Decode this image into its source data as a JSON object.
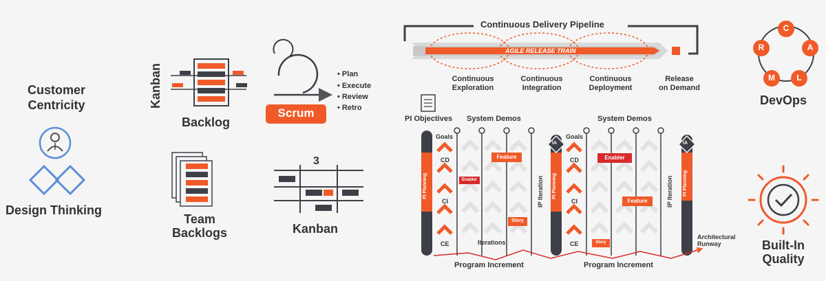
{
  "left": {
    "customer_centricity": "Customer\nCentricity",
    "design_thinking": "Design Thinking"
  },
  "team": {
    "kanban_vertical": "Kanban",
    "backlog": "Backlog",
    "team_backlogs": "Team\nBacklogs",
    "kanban_bottom": "Kanban",
    "kanban_number": "3",
    "scrum": "Scrum",
    "scrum_steps": [
      "Plan",
      "Execute",
      "Review",
      "Retro"
    ]
  },
  "pipeline": {
    "title": "Continuous Delivery Pipeline",
    "train": "AGILE RELEASE TRAIN",
    "stages": [
      "Continuous\nExploration",
      "Continuous\nIntegration",
      "Continuous\nDeployment",
      "Release\non Demand"
    ]
  },
  "pi": {
    "objectives": "PI Objectives",
    "system_demos_1": "System Demos",
    "system_demos_2": "System Demos",
    "goals_1": "Goals",
    "goals_2": "Goals",
    "cd_1": "CD",
    "ci_1": "CI",
    "ce_1": "CE",
    "cd_2": "CD",
    "ci_2": "CI",
    "ce_2": "CE",
    "pi_planning": "PI Planning",
    "ip_iteration": "IP Iteration",
    "feature_1": "Feature",
    "enabler_small": "Enabler",
    "story_1": "Story",
    "enabler_2": "Enabler",
    "feature_2": "Feature",
    "story_2": "Story",
    "iterations": "Iterations",
    "program_increment_1": "Program Increment",
    "program_increment_2": "Program Increment",
    "architectural_runway": "Architectural\nRunway",
    "ia": "IA"
  },
  "right": {
    "calms": [
      "C",
      "A",
      "L",
      "M",
      "R"
    ],
    "devops": "DevOps",
    "built_in_quality": "Built-In\nQuality"
  },
  "colors": {
    "orange": "#f05a28",
    "dark": "#3d4047",
    "blue": "#5b8fd6",
    "red": "#d62b2b",
    "gray": "#9a9a9a"
  }
}
